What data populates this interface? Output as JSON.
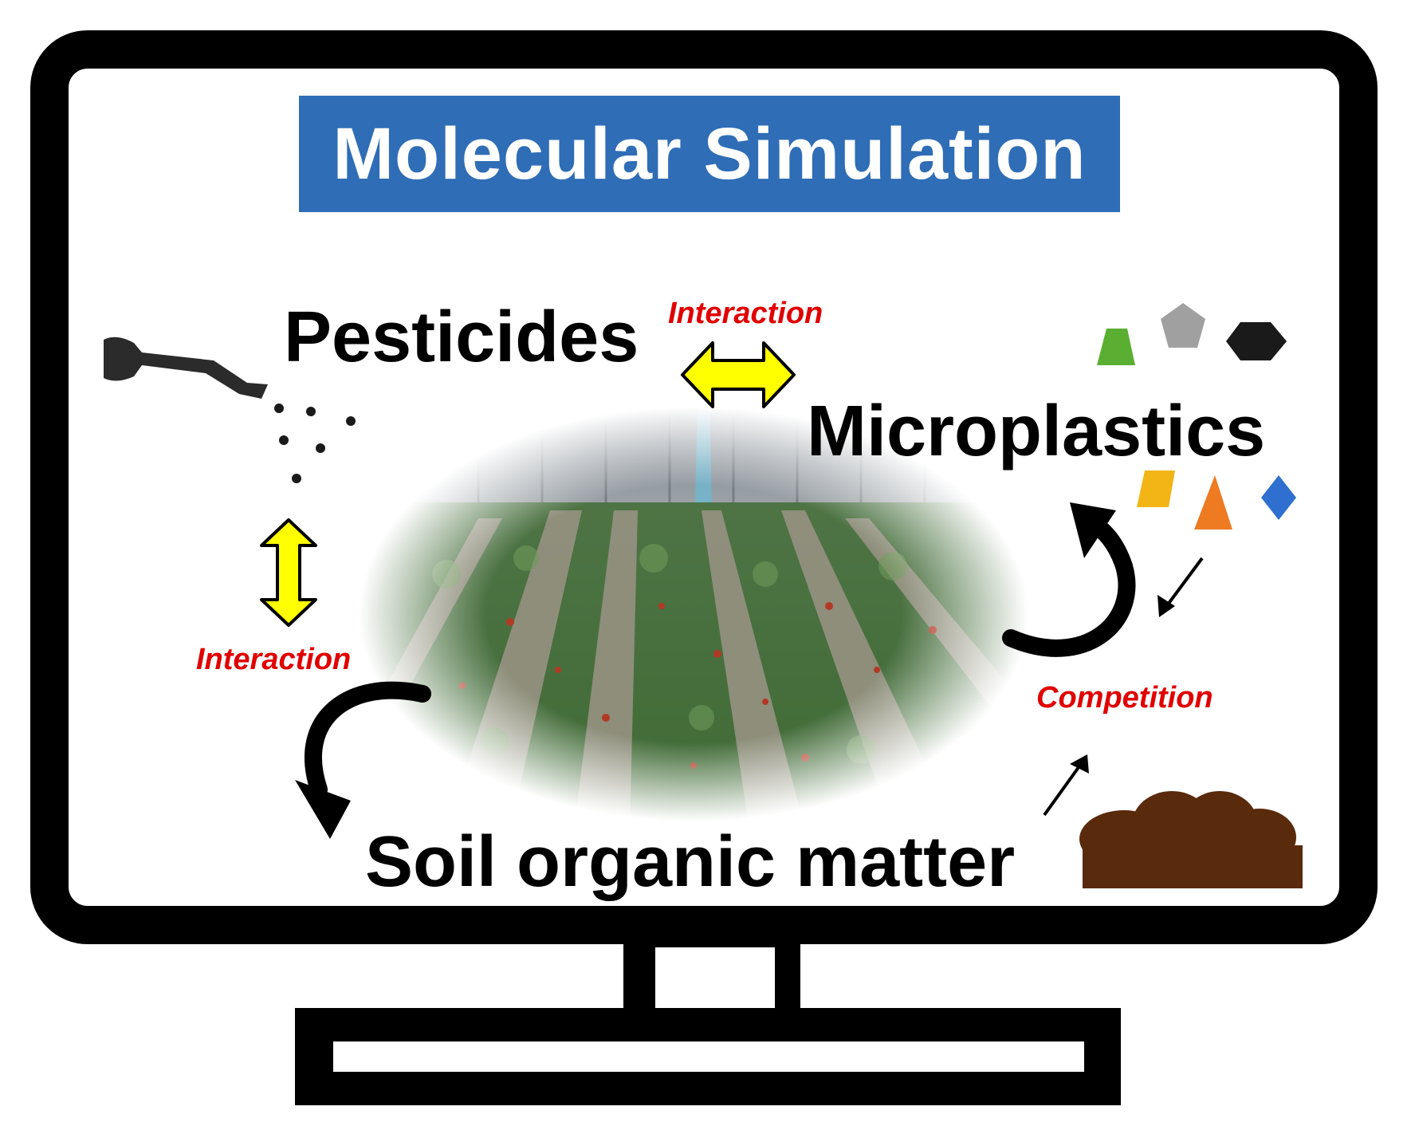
{
  "title": "Molecular Simulation",
  "labels": {
    "pesticides": "Pesticides",
    "microplastics": "Microplastics",
    "soil_organic_matter": "Soil organic matter",
    "interaction_top": "Interaction",
    "interaction_left": "Interaction",
    "competition": "Competition"
  },
  "colors": {
    "banner": "#2f6db6",
    "interaction_text": "#e00000",
    "double_arrow_fill": "#ffff00",
    "soil": "#5a2a0c",
    "plastic_green": "#5aae32",
    "plastic_gray": "#a0a0a0",
    "plastic_black": "#1a1a1a",
    "plastic_yellow": "#f2b515",
    "plastic_orange": "#ee7a22",
    "plastic_blue": "#2f6fcf"
  },
  "icons": [
    "monitor-icon",
    "sprayer-icon",
    "strawberry-field-image",
    "soil-pile-icon",
    "microplastic-particles-icon"
  ]
}
